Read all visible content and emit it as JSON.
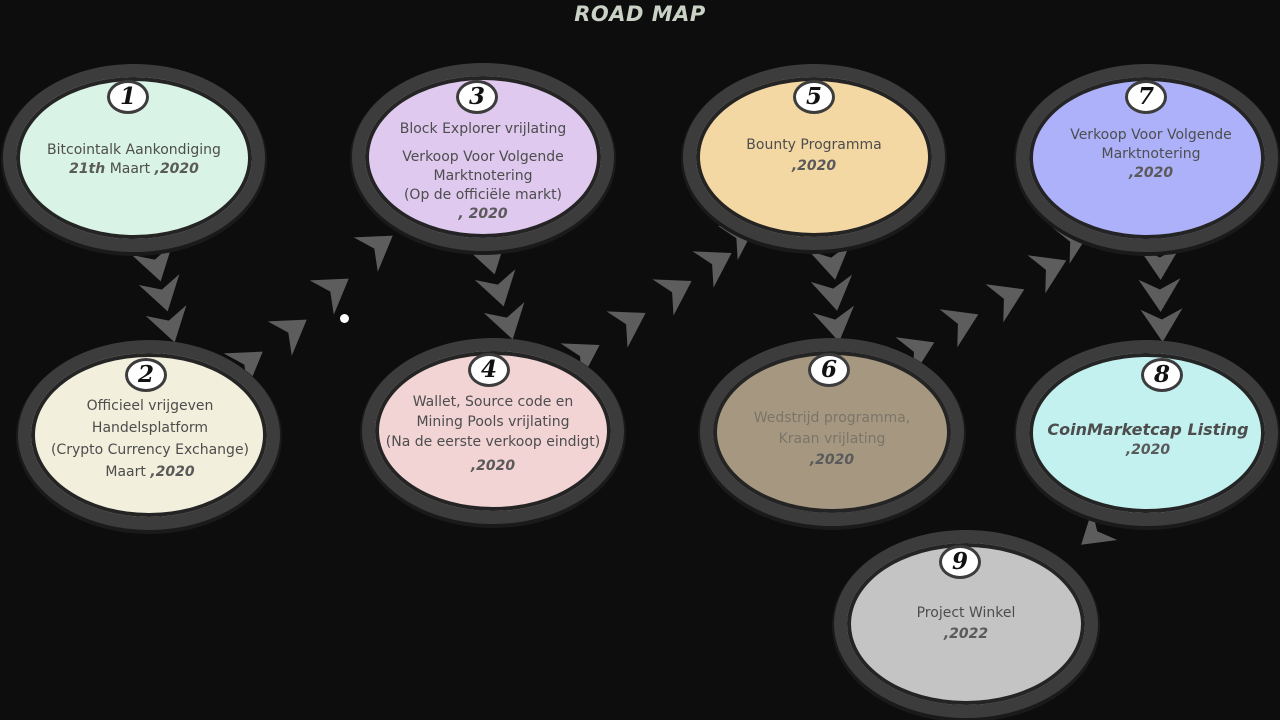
{
  "title": "ROAD MAP",
  "colors": {
    "background": "#0e0d0d",
    "ring": "#3d3c3c",
    "arrow": "#5e5d5d"
  },
  "milestones": [
    {
      "number": "1",
      "color": "#d9f3e6",
      "lines": [
        "Bitcointalk Aankondiging"
      ],
      "date_prefix": "21th",
      "date_month": "Maart",
      "date_year": ",2020"
    },
    {
      "number": "2",
      "color": "#f2efdc",
      "lines": [
        "Officieel vrijgeven",
        "Handelsplatform",
        "(Crypto Currency Exchange)"
      ],
      "date_prefix": "",
      "date_month": "Maart",
      "date_year": ",2020"
    },
    {
      "number": "3",
      "color": "#dfc9ef",
      "lines": [
        "Block Explorer vrijlating",
        "Verkoop Voor Volgende",
        "Marktnotering",
        "(Op de officiële markt)"
      ],
      "date_prefix": "",
      "date_month": "",
      "date_year": ", 2020"
    },
    {
      "number": "4",
      "color": "#f2d4d5",
      "lines": [
        "Wallet, Source code en",
        "Mining Pools vrijlating",
        "(Na de eerste verkoop eindigt)"
      ],
      "date_prefix": "",
      "date_month": "",
      "date_year": ",2020"
    },
    {
      "number": "5",
      "color": "#f4d8a4",
      "lines": [
        "Bounty Programma"
      ],
      "date_prefix": "",
      "date_month": "",
      "date_year": ",2020"
    },
    {
      "number": "6",
      "color": "#a69880",
      "lines": [
        "Wedstrijd programma,",
        "Kraan vrijlating"
      ],
      "date_prefix": "",
      "date_month": "",
      "date_year": ",2020"
    },
    {
      "number": "7",
      "color": "#adb1fa",
      "lines": [
        "Verkoop Voor Volgende",
        "Marktnotering"
      ],
      "date_prefix": "",
      "date_month": "",
      "date_year": ",2020"
    },
    {
      "number": "8",
      "color": "#c2f1f0",
      "lines": [
        "CoinMarketcap Listing"
      ],
      "date_prefix": "",
      "date_month": "",
      "date_year": ",2020"
    },
    {
      "number": "9",
      "color": "#c4c4c4",
      "lines": [
        "Project Winkel"
      ],
      "date_prefix": "",
      "date_month": "",
      "date_year": ",2022"
    }
  ]
}
